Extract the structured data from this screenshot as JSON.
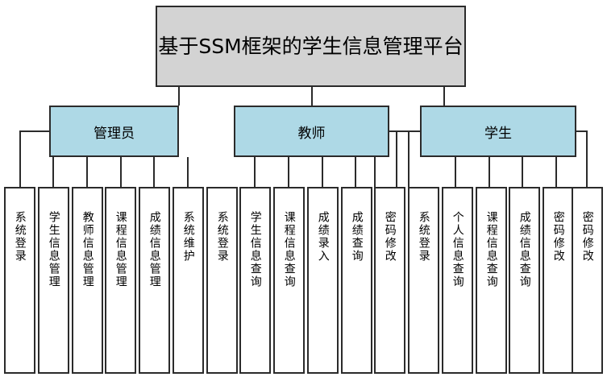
{
  "diagram": {
    "type": "hierarchy-tree",
    "title": "基于SSM框架的学生信息管理平台",
    "colors": {
      "root_fill": "#d3d3d3",
      "group_fill": "#aed9e6",
      "leaf_fill": "#ffffff",
      "border": "#2b2b2b",
      "text": "#000000",
      "background": "#ffffff"
    },
    "root": {
      "label": "基于SSM框架的学生信息管理平台"
    },
    "groups": [
      {
        "label": "管理员",
        "children": [
          {
            "label": "系统登录"
          },
          {
            "label": "学生信息管理"
          },
          {
            "label": "教师信息管理"
          },
          {
            "label": "课程信息管理"
          },
          {
            "label": "成绩信息管理"
          },
          {
            "label": "系统维护"
          }
        ]
      },
      {
        "label": "教师",
        "children": [
          {
            "label": "系统登录"
          },
          {
            "label": "学生信息查询"
          },
          {
            "label": "课程信息查询"
          },
          {
            "label": "成绩录入"
          },
          {
            "label": "成绩查询"
          },
          {
            "label": "密码修改"
          }
        ]
      },
      {
        "label": "学生",
        "children": [
          {
            "label": "系统登录"
          },
          {
            "label": "个人信息查询"
          },
          {
            "label": "课程信息查询"
          },
          {
            "label": "成绩信息查询"
          },
          {
            "label": "密码修改"
          }
        ]
      }
    ],
    "leaves_flat": [
      "系统登录",
      "学生信息管理",
      "教师信息管理",
      "课程信息管理",
      "成绩信息管理",
      "系统维护",
      "系统登录",
      "学生信息查询",
      "课程信息查询",
      "成绩录入",
      "成绩查询",
      "密码修改",
      "系统登录",
      "个人信息查询",
      "课程信息查询",
      "成绩信息查询",
      "密码修改"
    ]
  }
}
